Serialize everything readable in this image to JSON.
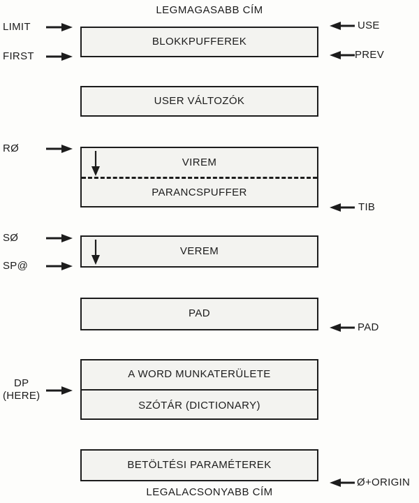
{
  "top_title": "LEGMAGASABB CÍM",
  "bottom_title": "LEGALACSONYABB CÍM",
  "blocks": {
    "blokkpufferek": "BLOKKPUFFEREK",
    "user_valtozok": "USER VÁLTOZÓK",
    "virem": "VIREM",
    "parancspuffer": "PARANCSPUFFER",
    "verem": "VEREM",
    "pad": "PAD",
    "word_munkaterulete": "A WORD MUNKATERÜLETE",
    "szotar": "SZÓTÁR  (DICTIONARY)",
    "betoltesi": "BETÖLTÉSI PARAMÉTEREK"
  },
  "left_pointers": {
    "limit": "LIMIT",
    "first": "FIRST",
    "r0": "RØ",
    "s0": "SØ",
    "sp": "SP@",
    "dp": "DP",
    "here": "(HERE)"
  },
  "right_pointers": {
    "use": "USE",
    "prev": "PREV",
    "tib": "TIB",
    "pad": "PAD",
    "origin": "Ø+ORIGIN"
  }
}
